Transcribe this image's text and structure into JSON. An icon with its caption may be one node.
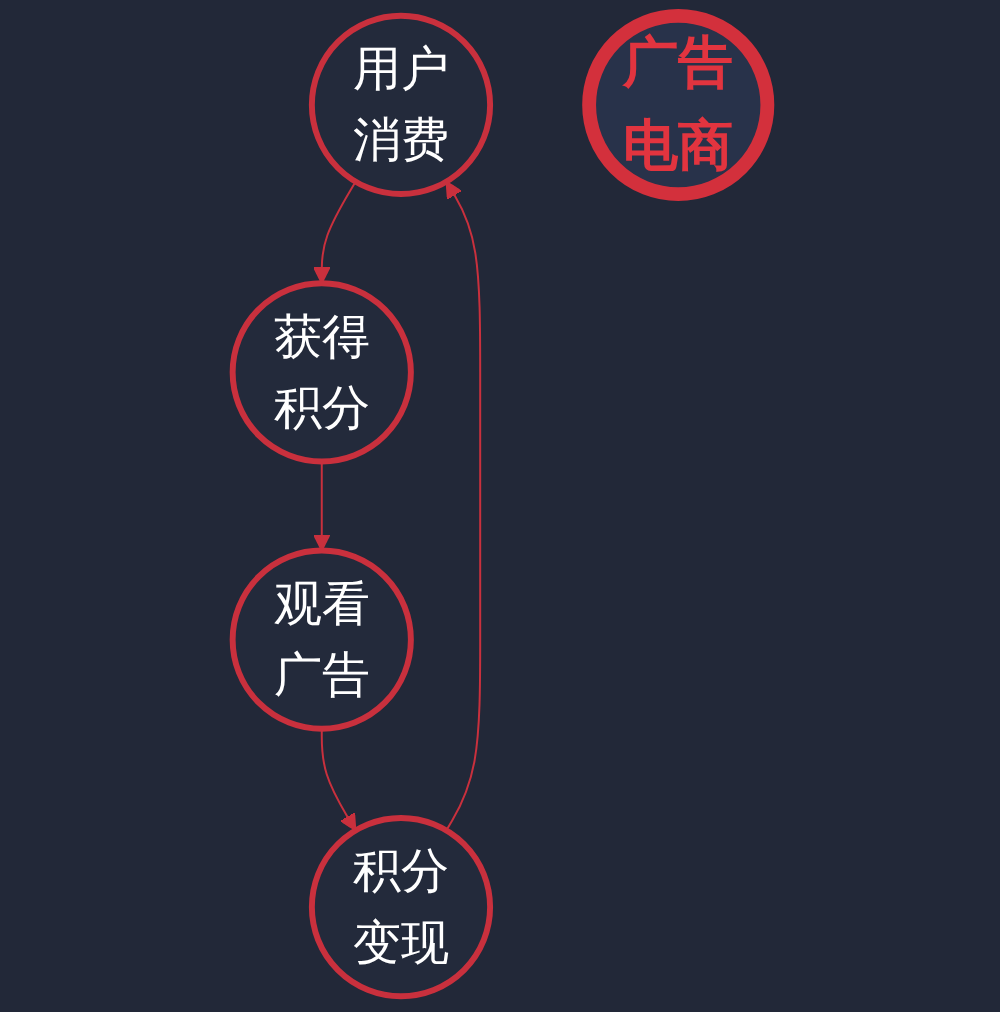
{
  "diagram": {
    "nodes": [
      {
        "text": [
          "用户消费"
        ]
      },
      {
        "text": [
          "获得积分"
        ]
      },
      {
        "text": [
          "广告电商"
        ]
      },
      {
        "text": [
          "积分变现"
        ]
      },
      {
        "text": [
          "观看广告"
        ]
      }
    ],
    "edges": [
      {
        "from": 0,
        "to": 1,
        "arrow": "to"
      },
      {
        "from": 1,
        "to": 4,
        "arrow": "to"
      },
      {
        "from": 4,
        "to": 3,
        "arrow": "to"
      },
      {
        "from": 3,
        "to": 0,
        "arrow": "to"
      }
    ]
  }
}
